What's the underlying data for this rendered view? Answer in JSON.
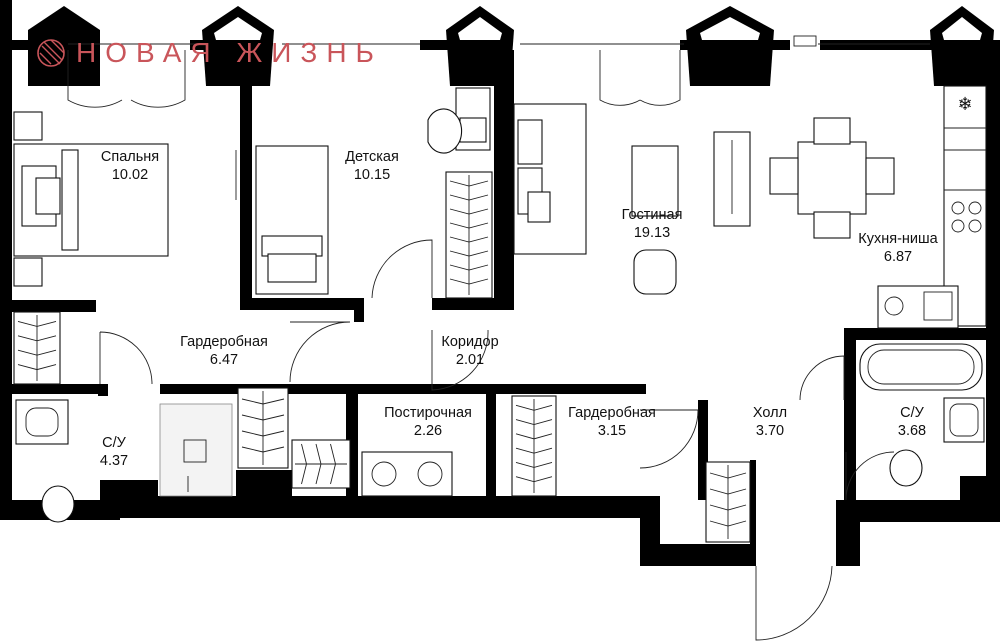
{
  "brand": {
    "name": "НОВАЯ ЖИЗНЬ",
    "color": "#c9555a",
    "icon": "brand-sphere-icon"
  },
  "rooms": [
    {
      "id": "bedroom",
      "name": "Спальня",
      "area": "10.02"
    },
    {
      "id": "kids",
      "name": "Детская",
      "area": "10.15"
    },
    {
      "id": "living",
      "name": "Гостиная",
      "area": "19.13"
    },
    {
      "id": "kitchen",
      "name": "Кухня-ниша",
      "area": "6.87"
    },
    {
      "id": "wardrobe1",
      "name": "Гардеробная",
      "area": "6.47"
    },
    {
      "id": "corridor",
      "name": "Коридор",
      "area": "2.01"
    },
    {
      "id": "laundry",
      "name": "Постирочная",
      "area": "2.26"
    },
    {
      "id": "wardrobe2",
      "name": "Гардеробная",
      "area": "3.15"
    },
    {
      "id": "hall",
      "name": "Холл",
      "area": "3.70"
    },
    {
      "id": "bath1",
      "name": "С/У",
      "area": "4.37"
    },
    {
      "id": "bath2",
      "name": "С/У",
      "area": "3.68"
    }
  ],
  "icons": [
    "snowflake-icon",
    "stove-icon",
    "sink-icon",
    "washer-icon",
    "toilet-icon",
    "bathtub-icon",
    "shower-icon"
  ]
}
